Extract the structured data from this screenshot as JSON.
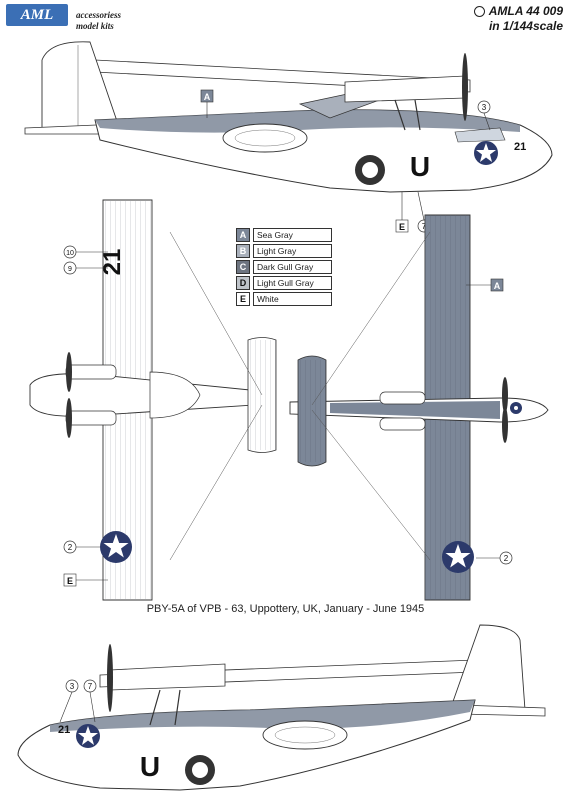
{
  "header": {
    "logo_text": "AML",
    "logo_line1": "accessoriess",
    "logo_line2": "model kits",
    "kit_code": "AMLA 44 009",
    "scale": "in 1/144scale"
  },
  "legend": {
    "items": [
      {
        "letter": "A",
        "label": "Sea Gray",
        "color": "#7c8798"
      },
      {
        "letter": "B",
        "label": "Light Gray",
        "color": "#a9b0bb"
      },
      {
        "letter": "C",
        "label": "Dark Gull Gray",
        "color": "#6d7480"
      },
      {
        "letter": "D",
        "label": "Light Gull Gray",
        "color": "#bfc4ca"
      },
      {
        "letter": "E",
        "label": "White",
        "color": "#ffffff"
      }
    ]
  },
  "callouts": {
    "a_top_side": "A",
    "three_top": "3",
    "e_top": "E",
    "seven_top": "7",
    "ten_left": "10",
    "nine_left": "9",
    "two_left": "2",
    "e_left": "E",
    "a_right": "A",
    "two_right": "2",
    "three_bottom": "3",
    "seven_bottom": "7"
  },
  "markings": {
    "tail_letter": "U",
    "nose_number": "21",
    "wing_number": "21"
  },
  "caption": "PBY-5A of VPB - 63, Uppottery, UK, January - June 1945",
  "colors": {
    "sea_gray": "#7c8798",
    "insignia_blue": "#2c3a6b",
    "line": "#333333"
  }
}
